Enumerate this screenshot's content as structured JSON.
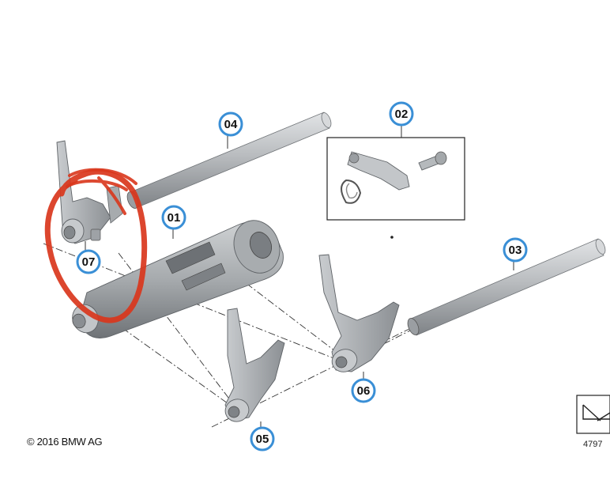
{
  "callouts": {
    "c01": "01",
    "c02": "02",
    "c03": "03",
    "c04": "04",
    "c05": "05",
    "c06": "06",
    "c07": "07"
  },
  "footer": {
    "copyright": "© 2016 BMW AG",
    "figure_number": "4797"
  },
  "colors": {
    "part_body": "#b9bcbf",
    "part_shadow": "#8e9296",
    "callout_ring": "#3a8fd6",
    "annotation_red": "#d9361c"
  },
  "annotation": {
    "type": "hand-drawn circle",
    "marks_callout": "07"
  }
}
